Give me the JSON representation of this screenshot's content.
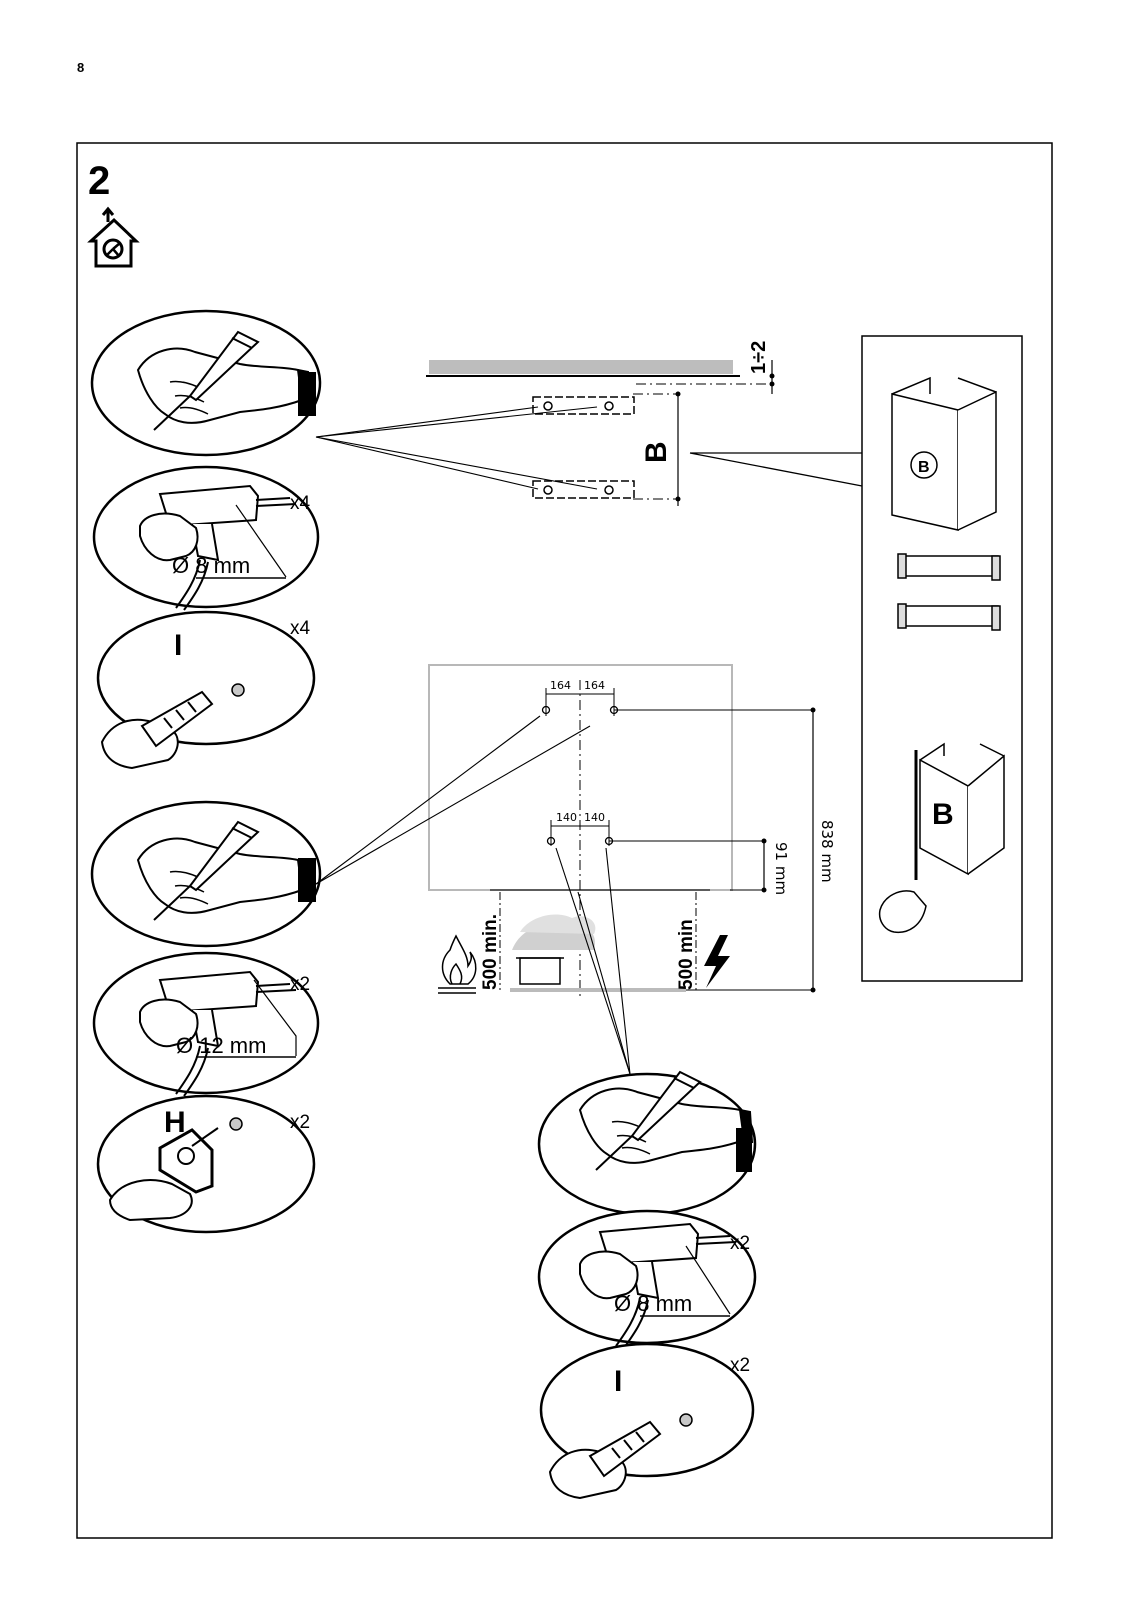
{
  "page": {
    "number": "8"
  },
  "step": {
    "number": "2"
  },
  "icons": {
    "header": "house-recirculation-fan-icon",
    "marking": "hand-marking-pencil-icon",
    "drilling": "hand-drill-icon",
    "plug": "wall-plug-insert-icon",
    "bracket": "bracket-screw-icon",
    "fire": "gas-flame-icon",
    "electric": "electric-hob-lightning-icon",
    "chimney": "chimney-section-icon",
    "bracket_part": "mounting-bracket-part-icon"
  },
  "top_section": {
    "gap_label": "1÷2",
    "part_label": "B",
    "drill_count": "x4",
    "drill_diameter": "Ø 8 mm",
    "plug_label": "I",
    "plug_count": "x4"
  },
  "middle_section": {
    "drill_count": "x2",
    "drill_diameter": "Ø 12 mm",
    "bracket_label": "H",
    "bracket_count": "x2"
  },
  "wall_diagram": {
    "top_spacing_left": "164",
    "top_spacing_right": "164",
    "lower_spacing_left": "140",
    "lower_spacing_right": "140",
    "vertical_offset": "91 mm",
    "total_height": "838 mm",
    "gas_min_height": "500 min.",
    "electric_min_height": "500 min"
  },
  "bottom_section": {
    "drill_count": "x2",
    "drill_diameter": "Ø 8 mm",
    "plug_label": "I",
    "plug_count": "x2"
  },
  "parts_panel": {
    "circle_label": "B",
    "chimney_label": "B"
  }
}
